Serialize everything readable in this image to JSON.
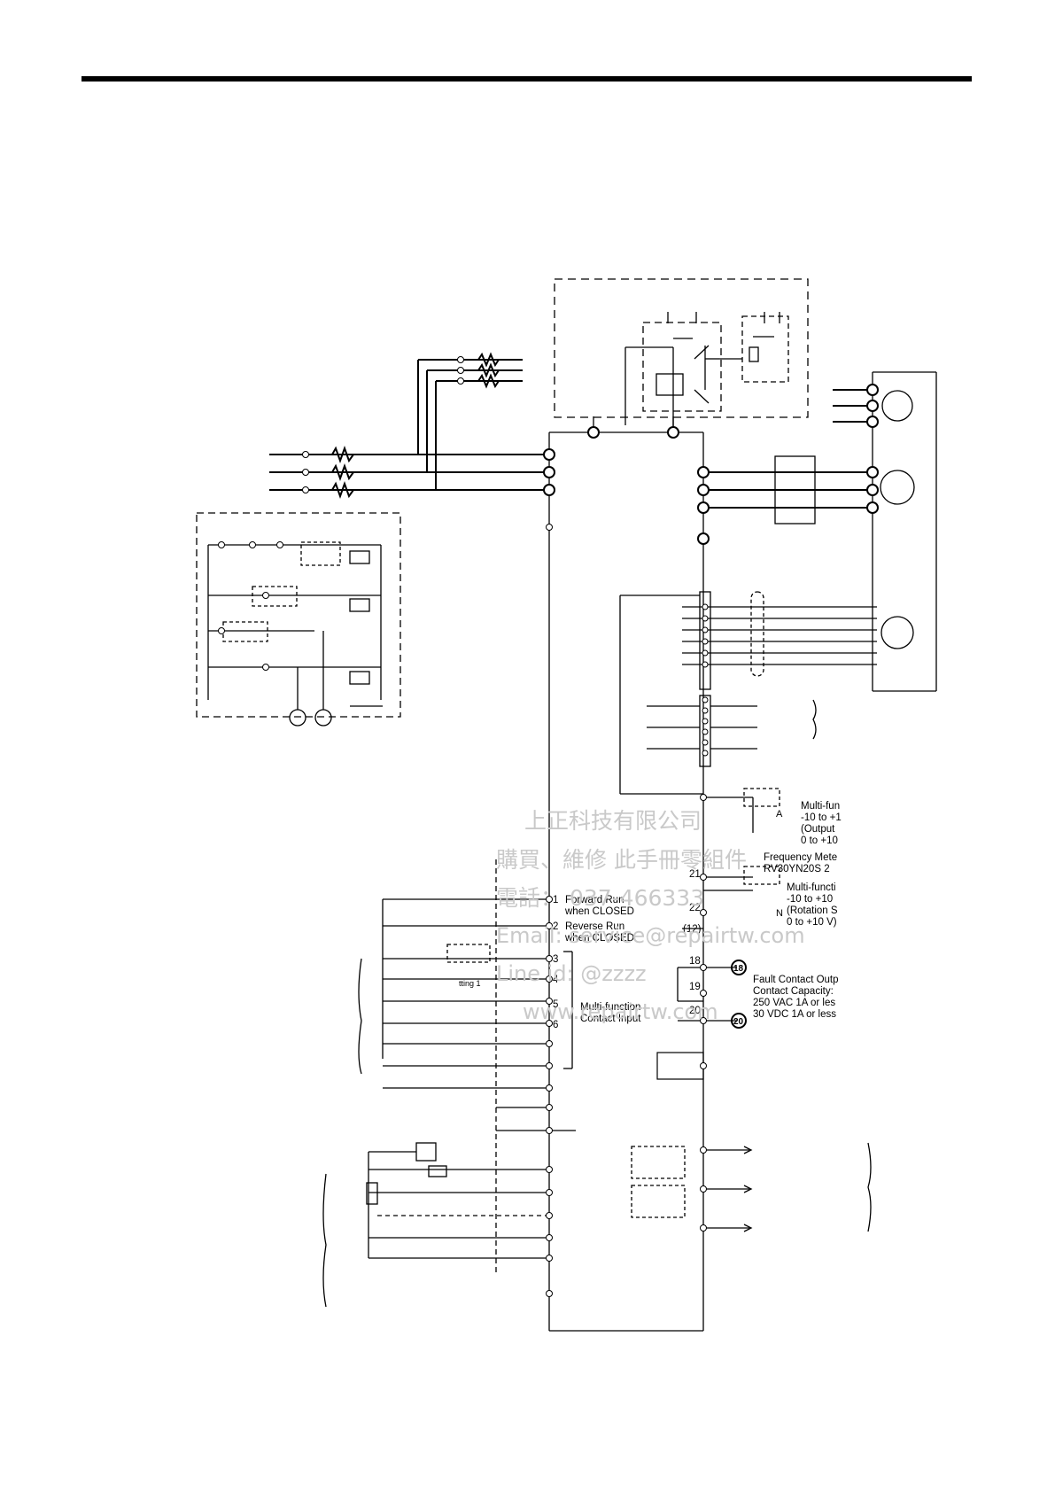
{
  "inputs": {
    "forward_run": {
      "num": "1",
      "line1": "Forward Run",
      "line2": "when CLOSED"
    },
    "reverse_run": {
      "num": "2",
      "line1": "Reverse Run",
      "line2": "when CLOSED"
    },
    "multi_terminals": [
      "3",
      "4",
      "5",
      "6"
    ],
    "multi_label": {
      "line1": "Multi-function",
      "line2": "Contact Input"
    },
    "setting_label": "tting 1"
  },
  "outputs": {
    "analog1": {
      "meter": "A",
      "line1": "Multi-fun",
      "line2": "-10 to +1",
      "line3": "(Output",
      "line4": "0 to +10"
    },
    "freq_meter": {
      "line1": "Frequency Mete",
      "line2": "RV30YN20S  2"
    },
    "analog2": {
      "meter": "N",
      "line1": "Multi-functi",
      "line2": "-10 to +10",
      "line3": "(Rotation S",
      "line4": "0 to +10 V)"
    },
    "terminals": {
      "t21": "21",
      "t22": "22",
      "t12": "(12)",
      "t18": "18",
      "t19": "19",
      "t20": "20"
    },
    "fault": {
      "c18": "18",
      "c20": "20",
      "line1": "Fault Contact Outp",
      "line2": "Contact Capacity:",
      "line3": "250 VAC 1A or les",
      "line4": "30 VDC 1A or less"
    }
  },
  "watermark": {
    "line1": "上正科技有限公司",
    "line2": "購買、維修 此手冊零組件",
    "line3": "電話：  037-466333",
    "line4": "Email:   service@repairtw.com",
    "line5": "Line id:   @zzzz",
    "line6": "www.repairtw.com"
  }
}
